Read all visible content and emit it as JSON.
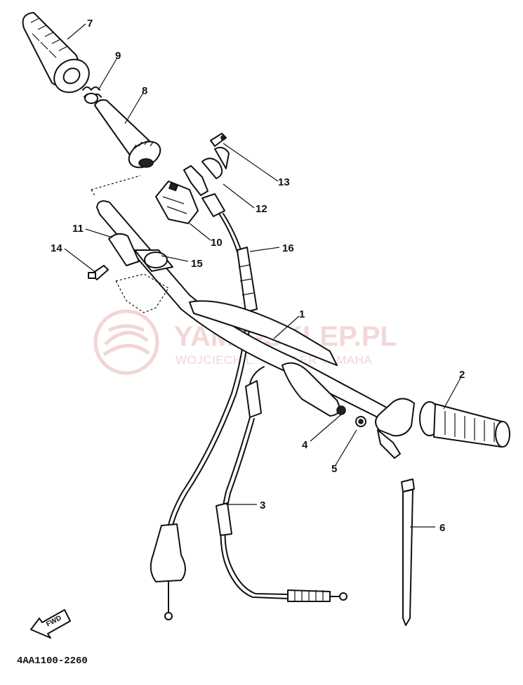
{
  "watermark": {
    "title": "YAMA-SKLEP.PL",
    "subtitle": "WOJCIECH L...  DEALER YAMAHA",
    "color": "#e9b9b9"
  },
  "diagram": {
    "part_number": "4AA1100-2260",
    "fwd_label": "FWD",
    "callouts": [
      {
        "id": "c1",
        "label": "1"
      },
      {
        "id": "c2",
        "label": "2"
      },
      {
        "id": "c3",
        "label": "3"
      },
      {
        "id": "c4",
        "label": "4"
      },
      {
        "id": "c5",
        "label": "5"
      },
      {
        "id": "c6",
        "label": "6"
      },
      {
        "id": "c7",
        "label": "7"
      },
      {
        "id": "c8",
        "label": "8"
      },
      {
        "id": "c9",
        "label": "9"
      },
      {
        "id": "c10",
        "label": "10"
      },
      {
        "id": "c11",
        "label": "11"
      },
      {
        "id": "c12",
        "label": "12"
      },
      {
        "id": "c13",
        "label": "13"
      },
      {
        "id": "c14",
        "label": "14"
      },
      {
        "id": "c15",
        "label": "15"
      },
      {
        "id": "c16",
        "label": "16"
      }
    ]
  }
}
